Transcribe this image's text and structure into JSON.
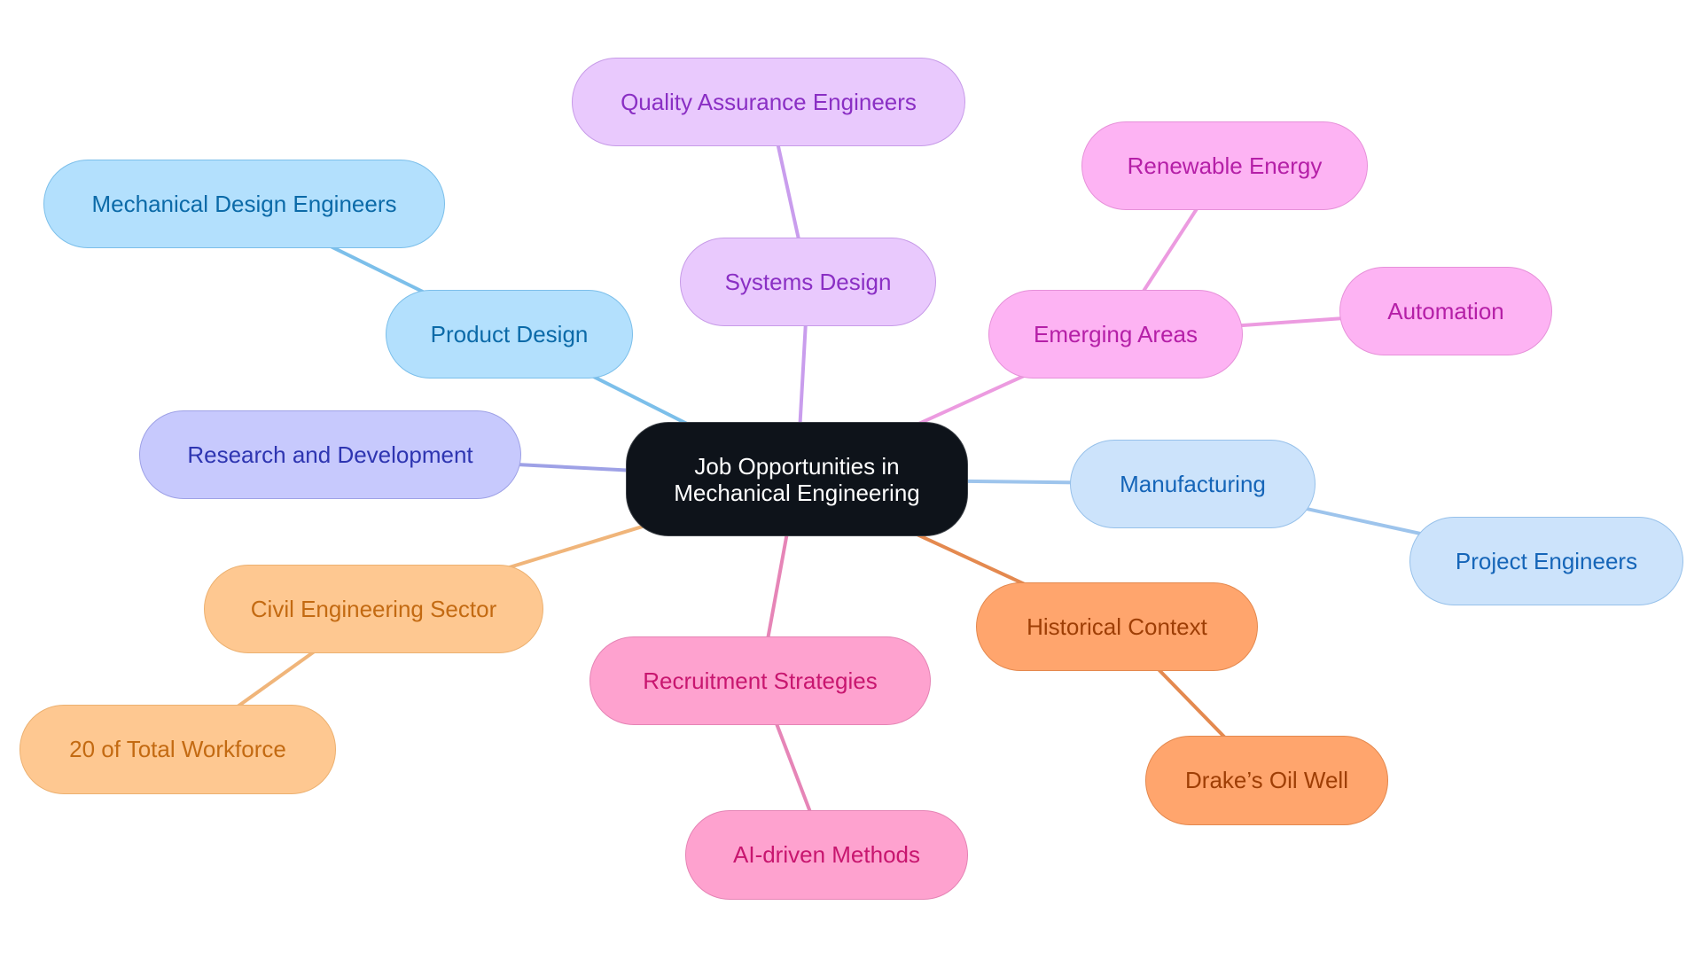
{
  "diagram": {
    "root": {
      "id": "center",
      "label_line1": "Job Opportunities in",
      "label_line2": "Mechanical Engineering",
      "fill": "#0e131a",
      "border": "#3a3f45",
      "text": "#ffffff"
    },
    "branches": [
      {
        "id": "product",
        "label": "Product Design",
        "fill": "#b3e0fd",
        "border": "#7cbfea",
        "text": "#0b6aa8",
        "edge": "#7cbfea",
        "children": [
          {
            "id": "mde",
            "label": "Mechanical Design Engineers"
          }
        ]
      },
      {
        "id": "systems",
        "label": "Systems Design",
        "fill": "#e9c9fd",
        "border": "#c79be8",
        "text": "#8a2fc4",
        "edge": "#c99ded",
        "children": [
          {
            "id": "qa",
            "label": "Quality Assurance Engineers"
          }
        ]
      },
      {
        "id": "emerging",
        "label": "Emerging Areas",
        "fill": "#fdb3f3",
        "border": "#e691d9",
        "text": "#b51fa7",
        "edge": "#ec9be0",
        "children": [
          {
            "id": "renew",
            "label": "Renewable Energy"
          },
          {
            "id": "auto",
            "label": "Automation"
          }
        ]
      },
      {
        "id": "manu",
        "label": "Manufacturing",
        "fill": "#cce3fb",
        "border": "#97c1ea",
        "text": "#1565b8",
        "edge": "#9dc4ec",
        "children": [
          {
            "id": "project",
            "label": "Project Engineers"
          }
        ]
      },
      {
        "id": "hist",
        "label": "Historical Context",
        "fill": "#ffa56d",
        "border": "#e4894f",
        "text": "#9e3e05",
        "edge": "#e4894f",
        "children": [
          {
            "id": "drake",
            "label": "Drake’s Oil Well"
          }
        ]
      },
      {
        "id": "recruit",
        "label": "Recruitment Strategies",
        "fill": "#fea2cf",
        "border": "#e584b5",
        "text": "#c8166f",
        "edge": "#e685b7",
        "children": [
          {
            "id": "ai",
            "label": "AI-driven Methods"
          }
        ]
      },
      {
        "id": "civil",
        "label": "Civil Engineering Sector",
        "fill": "#fec891",
        "border": "#ecb171",
        "text": "#c36a12",
        "edge": "#f0b57a",
        "children": [
          {
            "id": "workforce",
            "label": "20 of Total Workforce"
          }
        ]
      },
      {
        "id": "rnd",
        "label": "Research and Development",
        "fill": "#c7c9fd",
        "border": "#9ea1e6",
        "text": "#2e35b1",
        "edge": "#9ea1e6",
        "children": []
      }
    ]
  }
}
